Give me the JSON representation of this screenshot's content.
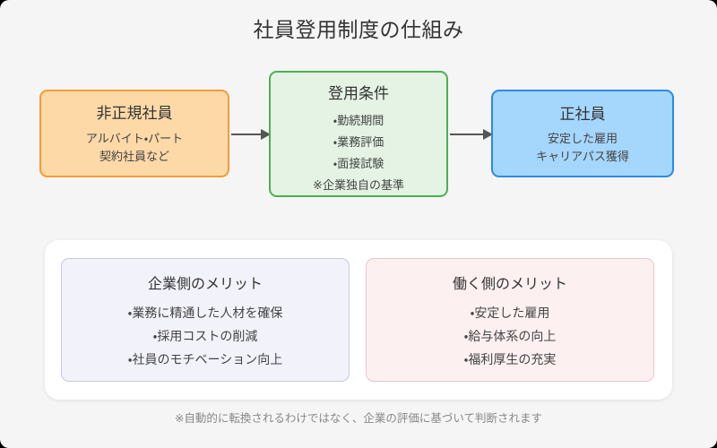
{
  "title": "社員登用制度の仕組み",
  "flow": {
    "boxes": [
      {
        "id": "non-regular",
        "title": "非正規社員",
        "sub_lines": [
          "アルバイト・パート",
          "契約社員など"
        ],
        "fill": "#fdd9a8",
        "border": "#f39c35"
      },
      {
        "id": "conditions",
        "title": "登用条件",
        "sub_lines": [
          "・勤続期間",
          "・業務評価",
          "・面接試験",
          "※企業独自の基準"
        ],
        "fill": "#e4f3e3",
        "border": "#4caf50"
      },
      {
        "id": "regular",
        "title": "正社員",
        "sub_lines": [
          "安定した雇用",
          "キャリアパス獲得"
        ],
        "fill": "#a5d6fb",
        "border": "#2b8ae8"
      }
    ],
    "arrow_color": "#555555"
  },
  "merits": [
    {
      "id": "company",
      "title": "企業側のメリット",
      "items": [
        "・業務に精通した人材を確保",
        "・採用コストの削減",
        "・社員のモチベーション向上"
      ],
      "fill": "#f2f2fb",
      "border": "#c5c8e8"
    },
    {
      "id": "worker",
      "title": "働く側のメリット",
      "items": [
        "・安定した雇用",
        "・給与体系の向上",
        "・福利厚生の充実"
      ],
      "fill": "#fdf0f1",
      "border": "#e8c5ca"
    }
  ],
  "footnote": "※自動的に転換されるわけではなく、企業の評価に基づいて判断されます",
  "background": "#f5f5f5"
}
